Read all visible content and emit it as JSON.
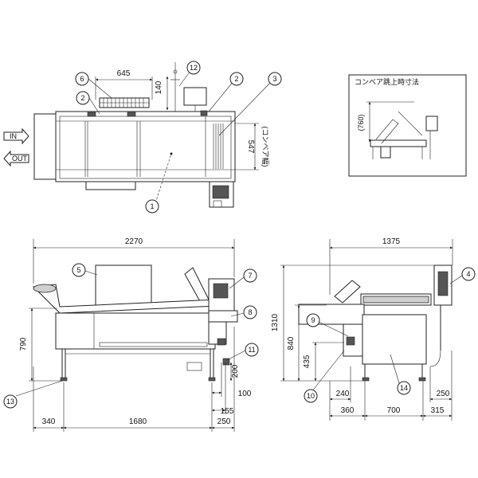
{
  "dimensions": {
    "top_width_645": "645",
    "top_140": "140",
    "top_547": "547",
    "top_conveyor_width": "(コンベア幅)",
    "front_total_2270": "2270",
    "front_height_790": "790",
    "front_340": "340",
    "front_1680": "1680",
    "front_250": "250",
    "front_200": "200",
    "front_100": "100",
    "front_155": "155",
    "side_total_1375": "1375",
    "side_height_1310": "1310",
    "side_840": "840",
    "side_435": "435",
    "side_240": "240",
    "side_360": "360",
    "side_700": "700",
    "side_315": "315",
    "side_250": "250"
  },
  "inset": {
    "title": "コンベア跳上時寸法",
    "height_760": "(760)"
  },
  "flow_labels": {
    "in": "IN",
    "out": "OUT"
  },
  "balloons": {
    "b1": "1",
    "b2a": "2",
    "b2b": "2",
    "b3": "3",
    "b4": "4",
    "b5": "5",
    "b6": "6",
    "b7": "7",
    "b8": "8",
    "b9": "9",
    "b10": "10",
    "b11": "11",
    "b12": "12",
    "b13": "13",
    "b14": "14"
  }
}
